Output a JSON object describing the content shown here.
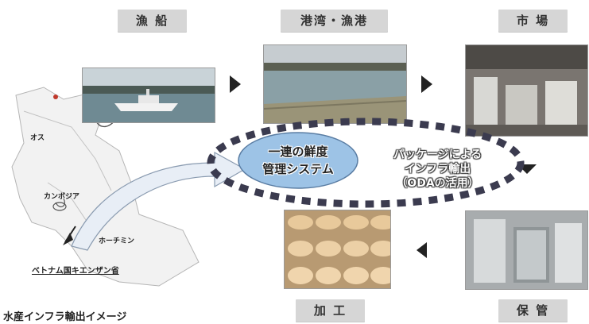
{
  "stages": {
    "fishing_boat": "漁 船",
    "port": "港湾・漁港",
    "market": "市 場",
    "processing": "加 工",
    "storage": "保 管"
  },
  "center": {
    "system_line1": "一連の鮮度",
    "system_line2": "管理システム",
    "package_line1": "パッケージによる",
    "package_line2": "インフラ輸出",
    "package_line3": "（ODAの活用）"
  },
  "map": {
    "label_os": "オス",
    "label_cambodia": "カンボジア",
    "label_hcmc": "ホーチミン",
    "province": "ベトナム国キエンザン省"
  },
  "caption": "水産インフラ輸出イメージ",
  "colors": {
    "stage_label_bg": "#d6d6d6",
    "oval_fill": "#9dc3e6",
    "dash_ring": "#3b3b4f",
    "arrow": "#222222"
  }
}
